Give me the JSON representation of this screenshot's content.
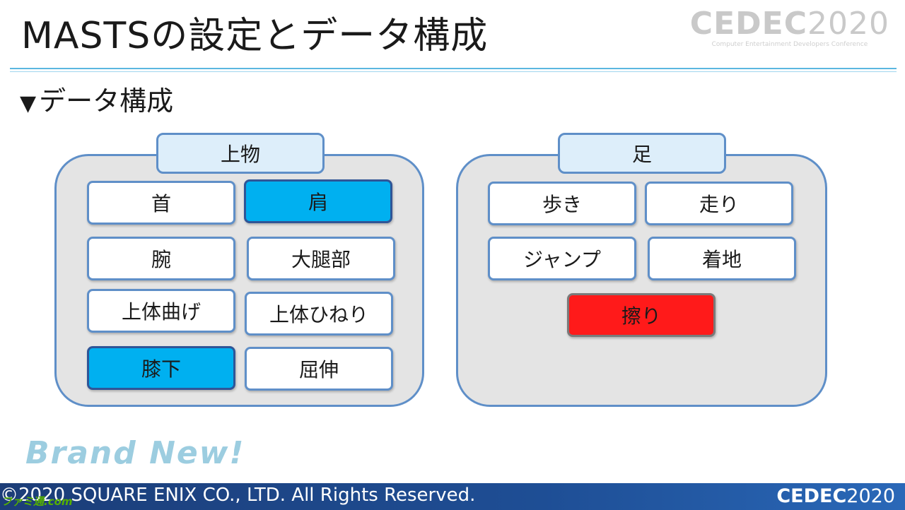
{
  "slide": {
    "title": "MASTSの設定とデータ構成",
    "logo_top": {
      "main": "CEDEC",
      "year": "2020",
      "tagline": "Computer Entertainment Developers Conference"
    },
    "subheading": {
      "marker": "▼",
      "text": "データ構成"
    },
    "groups": [
      {
        "label": "上物",
        "items": [
          {
            "label": "首",
            "state": "normal"
          },
          {
            "label": "肩",
            "state": "blue"
          },
          {
            "label": "腕",
            "state": "normal"
          },
          {
            "label": "大腿部",
            "state": "normal"
          },
          {
            "label": "上体曲げ",
            "state": "normal"
          },
          {
            "label": "上体ひねり",
            "state": "normal"
          },
          {
            "label": "膝下",
            "state": "blue"
          },
          {
            "label": "屈伸",
            "state": "normal"
          }
        ]
      },
      {
        "label": "足",
        "items": [
          {
            "label": "歩き",
            "state": "normal"
          },
          {
            "label": "走り",
            "state": "normal"
          },
          {
            "label": "ジャンプ",
            "state": "normal"
          },
          {
            "label": "着地",
            "state": "normal"
          },
          {
            "label": "擦り",
            "state": "red"
          }
        ]
      }
    ],
    "brand_text": "Brand New!",
    "footer": {
      "copyright": "©2020 SQUARE ENIX CO., LTD. All Rights Reserved.",
      "logo_main": "CEDEC",
      "logo_year": "2020"
    },
    "watermark": "ファミ通.com",
    "colors": {
      "accent_blue": "#00b0f0",
      "accent_red": "#ff1a1a",
      "group_border": "#5f8fc8",
      "group_fill": "#e4e4e4",
      "footer_bg": "#1e4e95"
    }
  }
}
